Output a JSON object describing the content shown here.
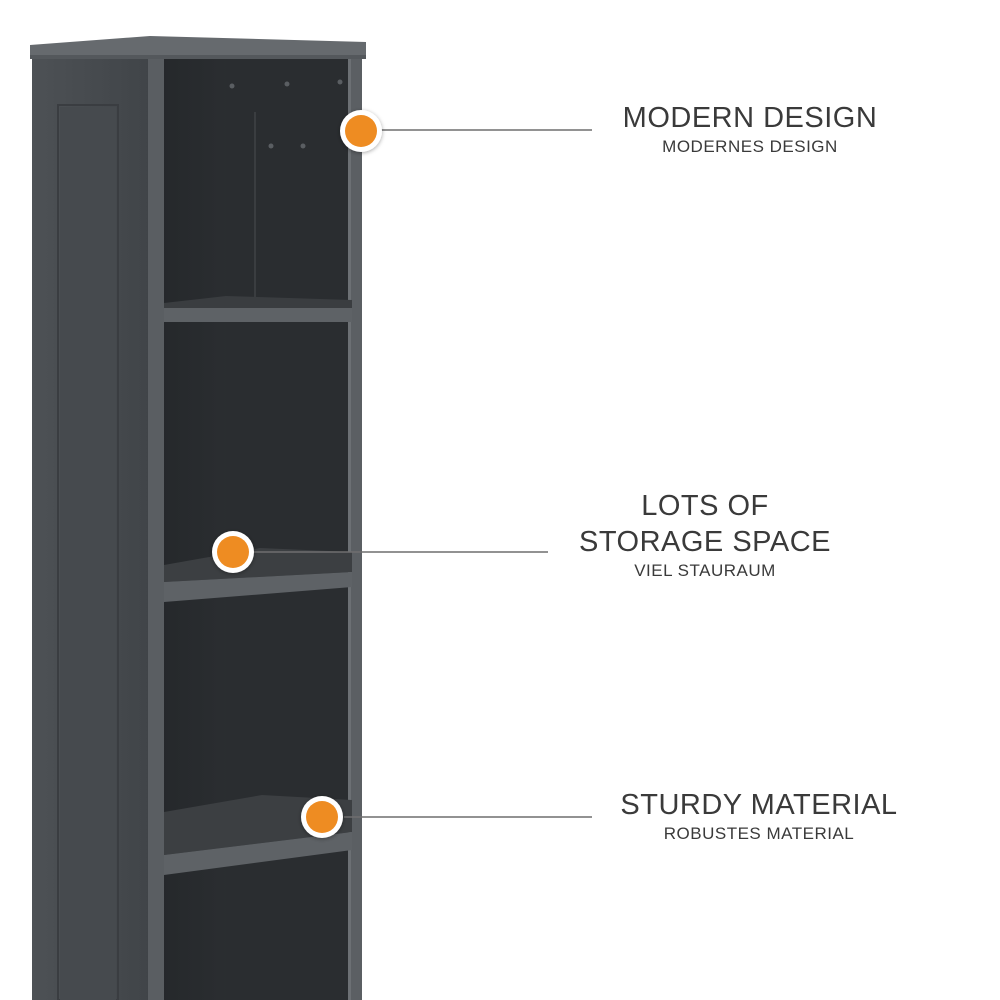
{
  "features": [
    {
      "title": "MODERN DESIGN",
      "subtitle": "MODERNES DESIGN"
    },
    {
      "title": "LOTS OF\nSTORAGE SPACE",
      "subtitle": "VIEL STAURAUM"
    },
    {
      "title": "STURDY MATERIAL",
      "subtitle": "ROBUSTES MATERIAL"
    }
  ],
  "colors": {
    "background": "#ffffff",
    "shelf_dark": "#2e3134",
    "shelf_mid": "#4a4e52",
    "shelf_light": "#6a6e72",
    "marker": "#ee8c24",
    "callout_line": "#6f6f6f",
    "text": "#3a3a3a"
  },
  "icons": [
    "marker-dot-icon"
  ]
}
